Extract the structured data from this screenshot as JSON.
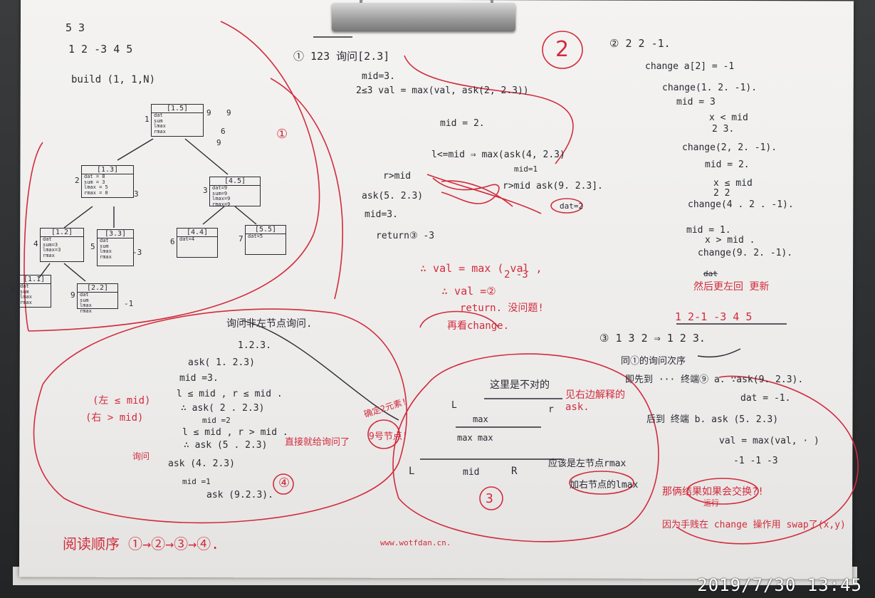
{
  "timestamp": "2019/7/30  13:45",
  "watermark": "www.wotfdan.cn.",
  "colors": {
    "red_ink": "#d22b3c",
    "black_ink": "#2a2a33",
    "paper": "#f1f0ee"
  },
  "left_top": {
    "n_q": "5   3",
    "array": "1   2   -3   4  5",
    "build": "build (1, 1,N)",
    "circle_num": "①"
  },
  "tree_nodes": [
    {
      "label": "[1.5]",
      "idx": "1",
      "fields": "dat\nsum\nlmax\nrmax"
    },
    {
      "label": "[1.3]",
      "idx": "2",
      "fields": "dat = 8\nsum = 3\nlmax = 5\nrmax = 0"
    },
    {
      "label": "[4.5]",
      "idx": "3",
      "fields": "dat=9\nsum=9\nlmax=9\nrmax=9"
    },
    {
      "label": "[1.2]",
      "idx": "4",
      "fields": "dat\nsum=3\nlmax=3\nrmax"
    },
    {
      "label": "[3.3]",
      "idx": "5",
      "fields": "dat\nsum\nlmax\nrmax"
    },
    {
      "label": "[4.4]",
      "idx": "6",
      "fields": "dat=4"
    },
    {
      "label": "[5.5]",
      "idx": "7",
      "fields": "dat=5"
    },
    {
      "label": "[1.1]",
      "idx": "8",
      "fields": "dat\nsum\nlmax\nrmax"
    },
    {
      "label": "[2.2]",
      "idx": "9",
      "fields": "dat\nsum\nlmax\nrmax"
    }
  ],
  "tree_side_values": [
    "9",
    "9",
    "6",
    "9",
    "3",
    "-3",
    "-1"
  ],
  "section1": {
    "head": "① 123  询问[2.3]",
    "lines": [
      "mid=3.",
      "2≤3   val = max(val, ask(2, 2.3))",
      "mid = 2.",
      "l<=mid  ⇒  max(ask(4, 2.3)",
      "r>mid",
      "ask(5. 2.3)",
      "mid=3.",
      "return③ -3",
      "r>mid   ask(9. 2.3].",
      "dat=2"
    ],
    "val1": "∴ val = max ( val ,",
    "val1b": "2     -3",
    "val2": "∴ val =②",
    "val3": "return. 没问题!",
    "val4": "再看change.",
    "mid1": "mid=1"
  },
  "big2": "2",
  "section2": {
    "head": "②    2   2  -1.",
    "lines": [
      "change   a[2] = -1",
      "change(1. 2. -1).",
      "mid = 3",
      "x < mid",
      "2    3.",
      "change(2, 2. -1).",
      "mid = 2.",
      "x ≤ mid",
      "2   2",
      "change(4 . 2 . -1).",
      "mid = 1.",
      "x > mid .",
      "change(9. 2. -1)."
    ],
    "note": "dat",
    "note2": "然后更左回 更新",
    "result": "1   2-1   -3   4   5"
  },
  "section3": {
    "head": "③   1 3 2  ⇒   1  2 3.",
    "lines": [
      "同①的询问次序",
      "即先到 ··· 终端⑨ a. ∵ask(9. 2.3).",
      "dat = -1.",
      "后到 终端 b.   ask (5. 2.3)",
      "val = max(val,  · )",
      "-1          -1   -3"
    ],
    "red1": "那俩结果如果会交换?!",
    "red2": "运行",
    "red3": "因为手贱在 change 操作用 swap了(x,y)"
  },
  "section4": {
    "red_head": "询问非左节点询问.",
    "lines": [
      "1.2.3.",
      "ask( 1. 2.3)",
      "mid =3.",
      "l ≤ mid , r ≤ mid .",
      "∴ ask( 2 . 2.3)",
      "mid =2",
      "l ≤ mid , r > mid .",
      "∴ ask (5 . 2.3)",
      "ask (4. 2.3)",
      "mid =1",
      "ask (9.2.3)."
    ],
    "rule1": "(左 ≤ mid)",
    "rule2": "(右 > mid)",
    "red_direct": "直接就给询问了",
    "red_hou": "询问",
    "red_9": "9号节点!",
    "red_elem": "确定2元素!",
    "circled": "④"
  },
  "diagram3": {
    "top": "这里是不对的",
    "l": "L",
    "r": "r",
    "max": "max",
    "max2": "max    max",
    "base_l": "L",
    "base_mid": "mid",
    "base_r": "R",
    "red_explain": "见右边解释的ask.",
    "red_left": "应该是左节点rmax",
    "red_right": "加右节点的lmax",
    "circled": "3"
  },
  "reading_order": "阅读顺序 ①→②→③→④."
}
